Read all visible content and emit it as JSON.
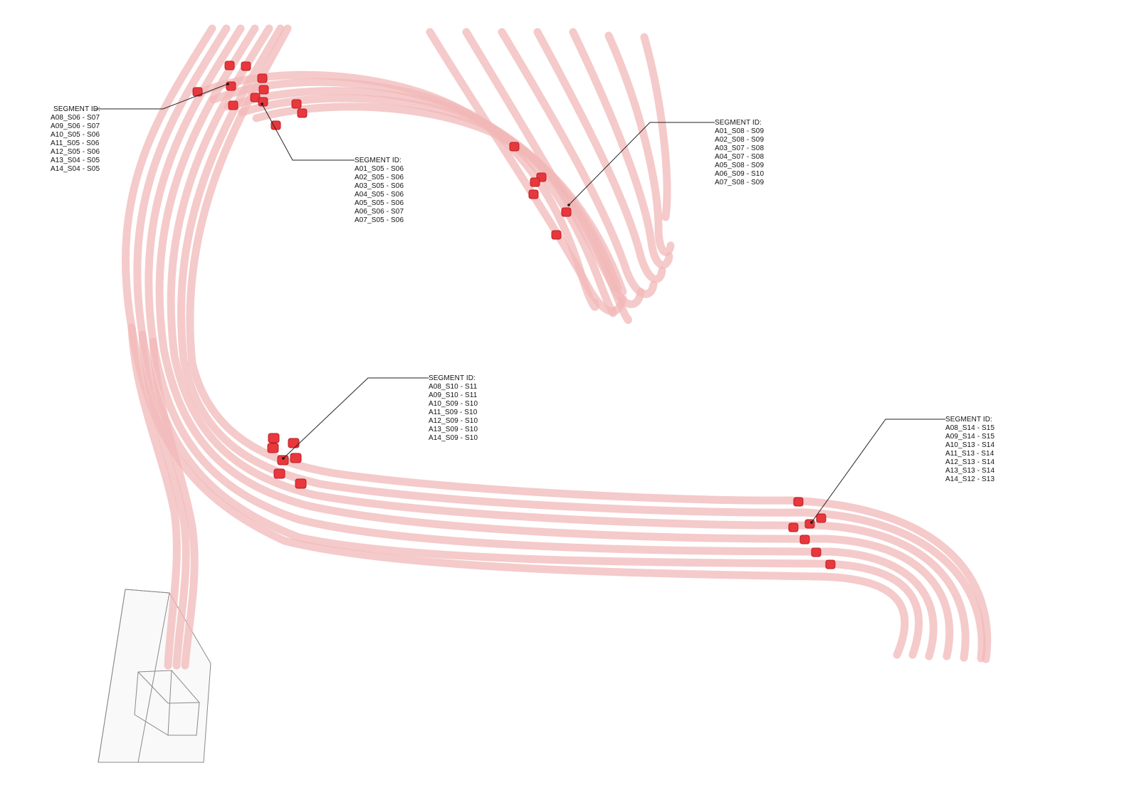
{
  "labels": [
    {
      "heading": "SEGMENT ID:",
      "rows": [
        "A08_S06 - S07",
        "A09_S06 - S07",
        "A10_S05 - S06",
        "A11_S05 - S06",
        "A12_S05 - S06",
        "A13_S04 - S05",
        "A14_S04 - S05"
      ]
    },
    {
      "heading": "SEGMENT ID:",
      "rows": [
        "A01_S05 - S06",
        "A02_S05 - S06",
        "A03_S05 - S06",
        "A04_S05 - S06",
        "A05_S05 - S06",
        "A06_S06 - S07",
        "A07_S05 - S06"
      ]
    },
    {
      "heading": "SEGMENT ID:",
      "rows": [
        "A01_S08 - S09",
        "A02_S08 - S09",
        "A03_S07 - S08",
        "A04_S07 - S08",
        "A05_S08 - S09",
        "A06_S09 - S10",
        "A07_S08 - S09"
      ]
    },
    {
      "heading": "SEGMENT ID:",
      "rows": [
        "A08_S10 - S11",
        "A09_S10 - S11",
        "A10_S09 - S10",
        "A11_S09 - S10",
        "A12_S09 - S10",
        "A13_S09 - S10",
        "A14_S09 - S10"
      ]
    },
    {
      "heading": "SEGMENT ID:",
      "rows": [
        "A08_S14 - S15",
        "A09_S14 - S15",
        "A10_S13 - S14",
        "A11_S13 - S14",
        "A12_S13 - S14",
        "A13_S13 - S14",
        "A14_S12 - S13"
      ]
    }
  ],
  "colors": {
    "tube": "#f2b8b8",
    "tube_edge": "#e79a9a",
    "joint": "#e8383d",
    "joint_dark": "#b81e24",
    "leader": "#222222",
    "box": "#8a8a8a"
  }
}
